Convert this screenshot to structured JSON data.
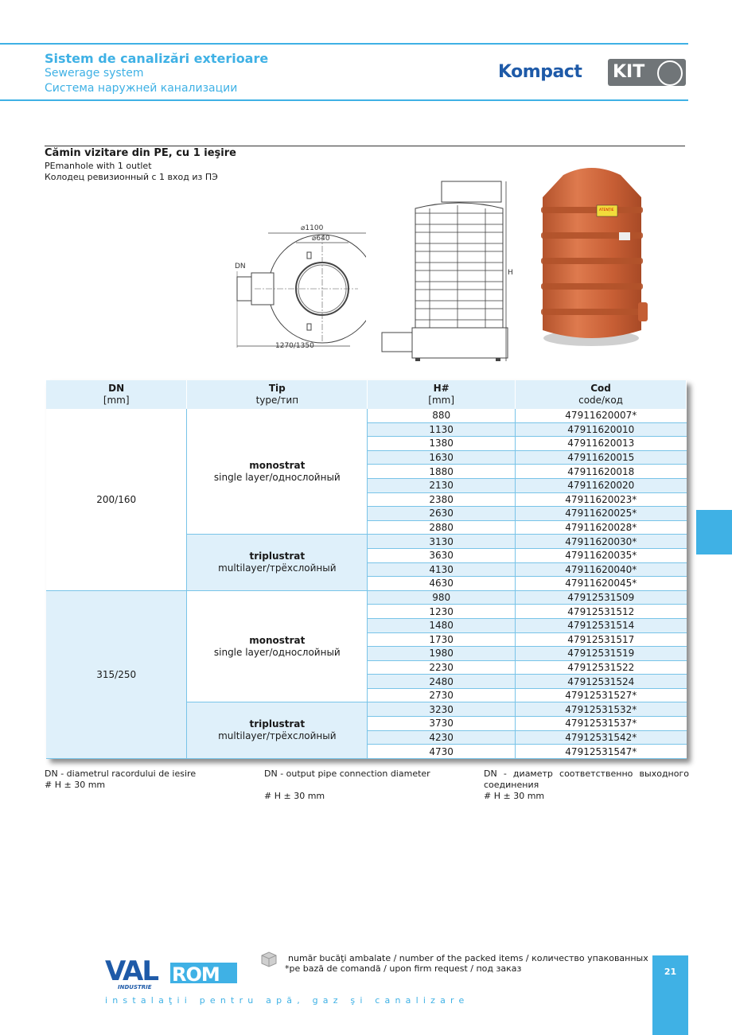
{
  "header": {
    "title_ro": "Sistem de canalizări exterioare",
    "title_en": "Sewerage system",
    "title_ru": "Система наружней канализации",
    "logo_kompact": "Kompact",
    "logo_kit": "KIT"
  },
  "section": {
    "title_ro": "Cămin vizitare din PE, cu 1 ieşire",
    "title_en": "PEmanhole with 1 outlet",
    "title_ru": "Колодец ревизионный с 1 вход из ПЭ"
  },
  "drawing": {
    "d_outer": "⌀1100",
    "d_inner": "⌀640",
    "dn_label": "DN",
    "width_label": "1270/1350",
    "h_label": "H",
    "photo_label": "ATENȚIE"
  },
  "table": {
    "headers": {
      "dn": "DN",
      "dn_unit": "[mm]",
      "tip": "Tip",
      "tip_sub": "type/тип",
      "h": "H#",
      "h_unit": "[mm]",
      "cod": "Cod",
      "cod_sub": "code/код"
    },
    "groups": [
      {
        "dn": "200/160",
        "types": [
          {
            "name": "monostrat",
            "sub": "single layer/однослойный",
            "rows": [
              {
                "h": "880",
                "code": "47911620007*"
              },
              {
                "h": "1130",
                "code": "47911620010"
              },
              {
                "h": "1380",
                "code": "47911620013"
              },
              {
                "h": "1630",
                "code": "47911620015"
              },
              {
                "h": "1880",
                "code": "47911620018"
              },
              {
                "h": "2130",
                "code": "47911620020"
              },
              {
                "h": "2380",
                "code": "47911620023*"
              },
              {
                "h": "2630",
                "code": "47911620025*"
              },
              {
                "h": "2880",
                "code": "47911620028*"
              }
            ]
          },
          {
            "name": "triplustrat",
            "sub": "multilayer/трёхслойный",
            "rows": [
              {
                "h": "3130",
                "code": "47911620030*"
              },
              {
                "h": "3630",
                "code": "47911620035*"
              },
              {
                "h": "4130",
                "code": "47911620040*"
              },
              {
                "h": "4630",
                "code": "47911620045*"
              }
            ]
          }
        ]
      },
      {
        "dn": "315/250",
        "types": [
          {
            "name": "monostrat",
            "sub": "single layer/однослойный",
            "rows": [
              {
                "h": "980",
                "code": "47912531509"
              },
              {
                "h": "1230",
                "code": "47912531512"
              },
              {
                "h": "1480",
                "code": "47912531514"
              },
              {
                "h": "1730",
                "code": "47912531517"
              },
              {
                "h": "1980",
                "code": "47912531519"
              },
              {
                "h": "2230",
                "code": "47912531522"
              },
              {
                "h": "2480",
                "code": "47912531524"
              },
              {
                "h": "2730",
                "code": "47912531527*"
              }
            ]
          },
          {
            "name": "triplustrat",
            "sub": "multilayer/трёхслойный",
            "rows": [
              {
                "h": "3230",
                "code": "47912531532*"
              },
              {
                "h": "3730",
                "code": "47912531537*"
              },
              {
                "h": "4230",
                "code": "47912531542*"
              },
              {
                "h": "4730",
                "code": "47912531547*"
              }
            ]
          }
        ]
      }
    ]
  },
  "notes": {
    "ro_line1": "DN - diametrul racordului de iesire",
    "ro_line2": "# H  ± 30 mm",
    "en_line1": "DN - output pipe connection diameter",
    "en_line2": "# H  ± 30 mm",
    "ru_line1": "DN - диаметр соответственно выходного соединения",
    "ru_line2": "# H  ± 30 mm"
  },
  "footer": {
    "brand_val": "VAL",
    "brand_rom": "ROM",
    "brand_sub": "INDUSTRIE",
    "slogan": "instalaţii pentru apă, gaz şi canalizare",
    "packed": "număr bucăţi ambalate / number of the packed items / количество упакованных",
    "request": "*pe bază de comandă / upon firm request / под заказ",
    "page": "21"
  },
  "colors": {
    "accent": "#3fb1e5",
    "table_fill": "#dff0fa",
    "brand_blue": "#1e5aa8"
  }
}
